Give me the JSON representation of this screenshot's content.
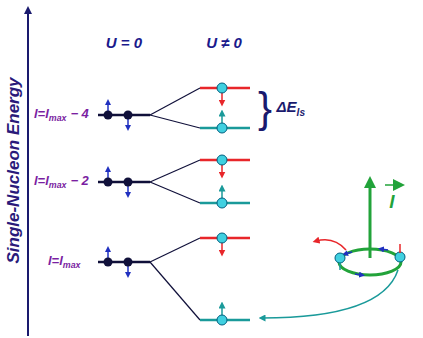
{
  "diagram": {
    "labels": [
      "Single-Nucleon Energy",
      "U = 0",
      "U ≠ 0",
      "l=l",
      "max",
      "− 4",
      "l=l",
      "max",
      "− 2",
      "l=l",
      "max",
      "}",
      "ΔE",
      "ls",
      "l"
    ]
  }
}
